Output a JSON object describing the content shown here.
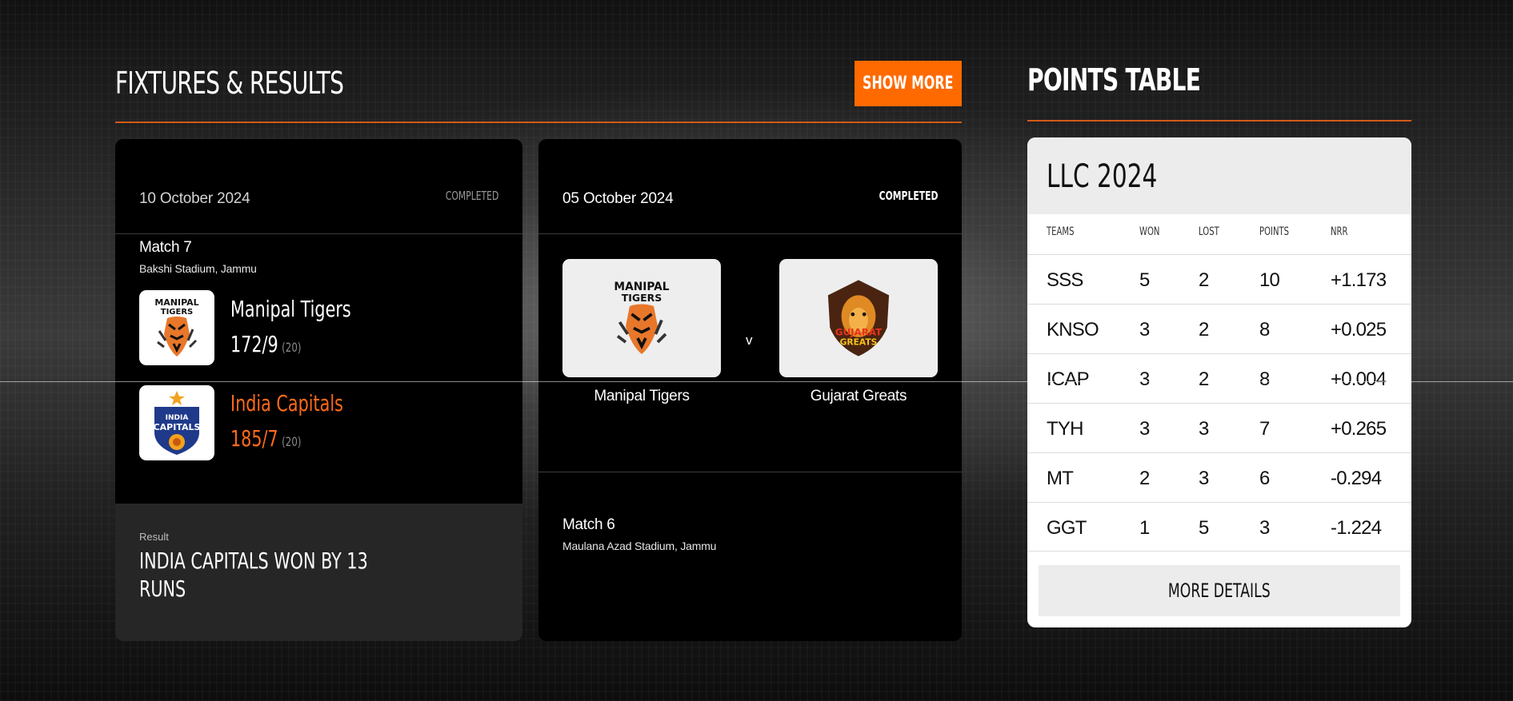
{
  "fixtures": {
    "title": "FIXTURES & RESULTS",
    "show_more_label": "SHOW MORE",
    "accent_color": "#ff6a00",
    "cards": [
      {
        "date": "10 October 2024",
        "status": "COMPLETED",
        "match": "Match 7",
        "venue": "Bakshi Stadium, Jammu",
        "teams": [
          {
            "name": "Manipal Tigers",
            "score": "172/9",
            "overs": "(20)",
            "logo_icon": "manipal-tigers-logo"
          },
          {
            "name": "India Capitals",
            "score": "185/7",
            "overs": "(20)",
            "logo_icon": "india-capitals-logo",
            "highlight_color": "#ff6a1a"
          }
        ],
        "result_label": "Result",
        "result_text": "INDIA CAPITALS WON BY 13 RUNS"
      },
      {
        "date": "05 October 2024",
        "status": "COMPLETED",
        "home": {
          "name": "Manipal Tigers",
          "logo_icon": "manipal-tigers-logo"
        },
        "vs": "v",
        "away": {
          "name": "Gujarat Greats",
          "logo_icon": "gujarat-greats-logo"
        },
        "match": "Match 6",
        "venue": "Maulana Azad Stadium, Jammu"
      }
    ]
  },
  "points_table": {
    "title": "POINTS TABLE",
    "season": "LLC 2024",
    "headers": [
      "TEAMS",
      "WON",
      "LOST",
      "POINTS",
      "NRR"
    ],
    "rows": [
      [
        "SSS",
        "5",
        "2",
        "10",
        "+1.173"
      ],
      [
        "KNSO",
        "3",
        "2",
        "8",
        "+0.025"
      ],
      [
        "ICAP",
        "3",
        "2",
        "8",
        "+0.004"
      ],
      [
        "TYH",
        "3",
        "3",
        "7",
        "+0.265"
      ],
      [
        "MT",
        "2",
        "3",
        "6",
        "-0.294"
      ],
      [
        "GGT",
        "1",
        "5",
        "3",
        "-1.224"
      ]
    ],
    "more_details_label": "MORE DETAILS"
  }
}
